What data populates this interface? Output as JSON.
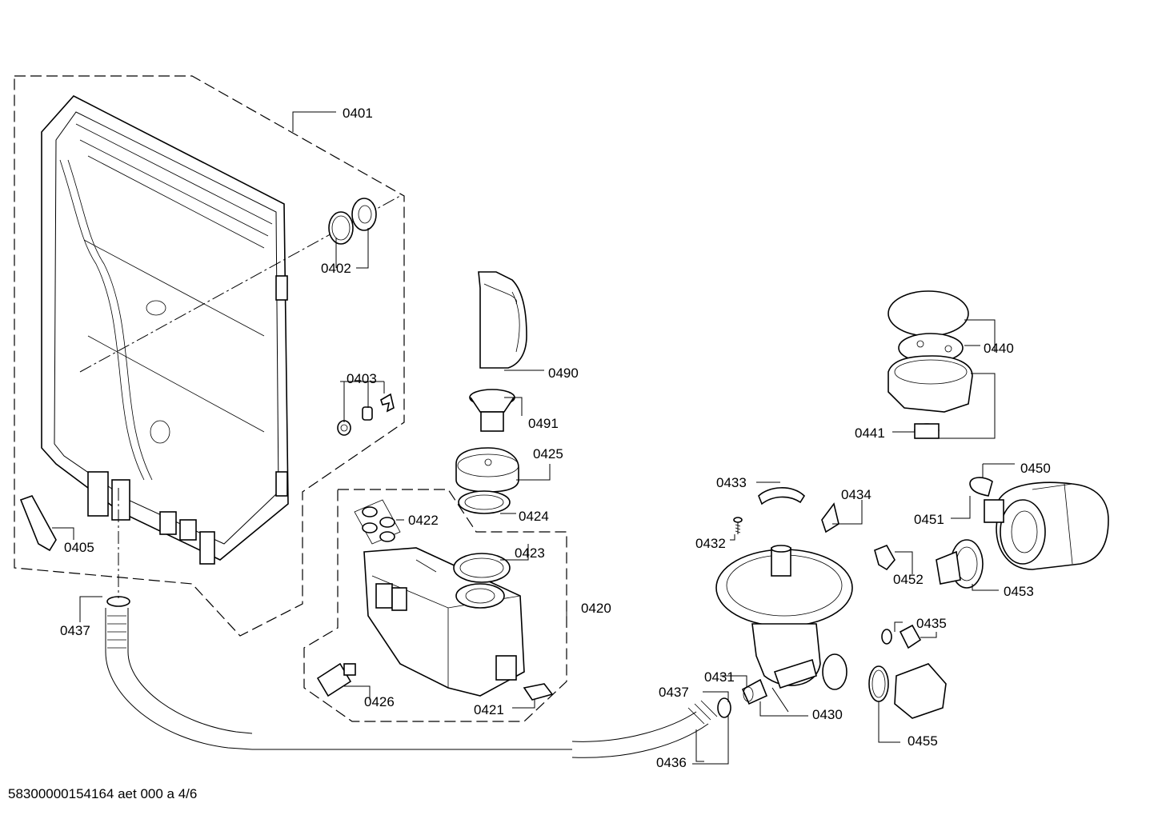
{
  "callouts": {
    "c0401": "0401",
    "c0402": "0402",
    "c0403": "0403",
    "c0405": "0405",
    "c0437a": "0437",
    "c0490": "0490",
    "c0491": "0491",
    "c0425": "0425",
    "c0424": "0424",
    "c0422": "0422",
    "c0423": "0423",
    "c0420": "0420",
    "c0426": "0426",
    "c0421": "0421",
    "c0433": "0433",
    "c0434": "0434",
    "c0432": "0432",
    "c0440": "0440",
    "c0441": "0441",
    "c0450": "0450",
    "c0451": "0451",
    "c0452": "0452",
    "c0453": "0453",
    "c0435": "0435",
    "c0431": "0431",
    "c0437b": "0437",
    "c0430": "0430",
    "c0436": "0436",
    "c0455": "0455"
  },
  "footer": {
    "document_id": "58300000154164 aet 000 a 4/6"
  }
}
